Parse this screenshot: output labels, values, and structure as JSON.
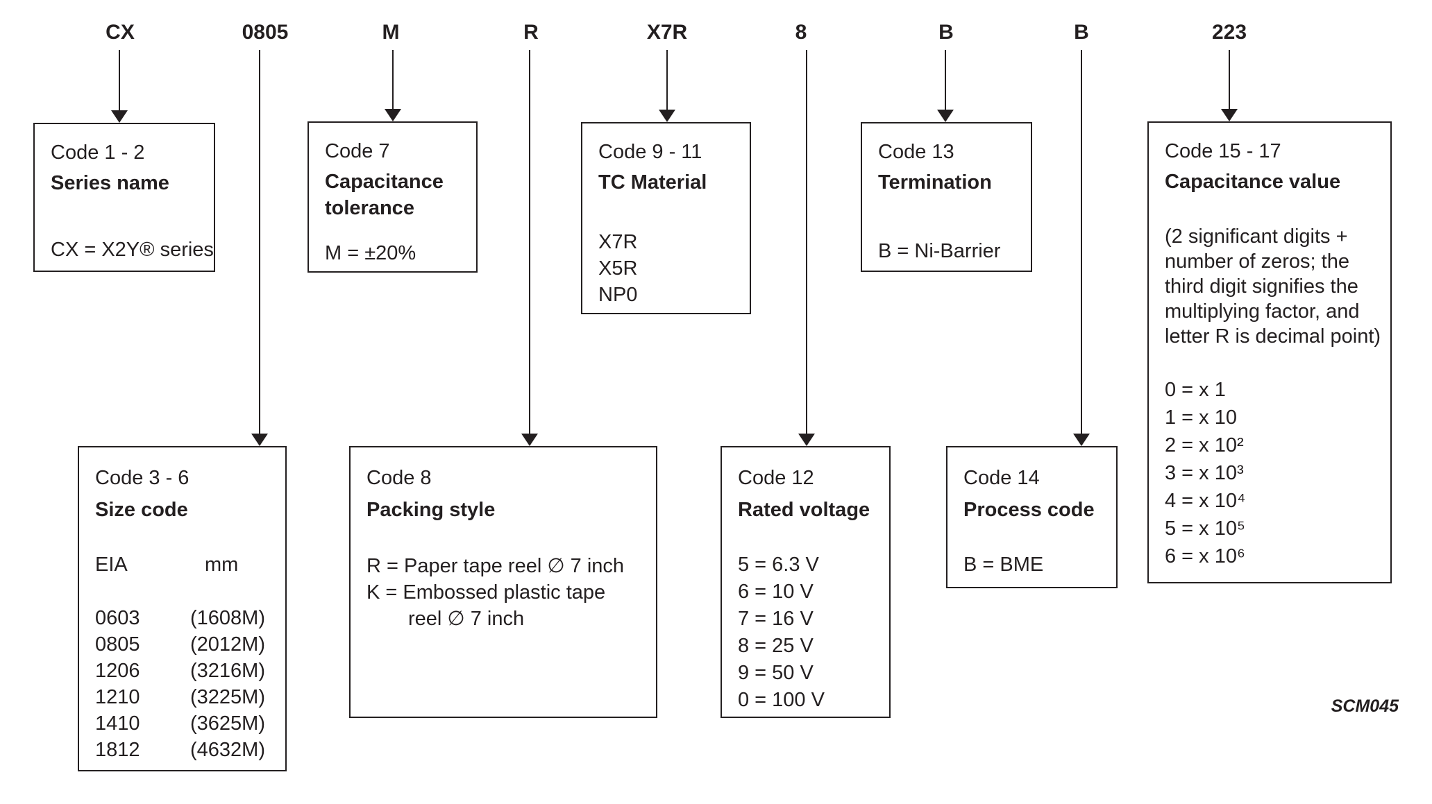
{
  "figure_label": "SCM045",
  "colors": {
    "ink": "#231f20",
    "background": "#ffffff"
  },
  "part_code": [
    "CX",
    "0805",
    "M",
    "R",
    "X7R",
    "8",
    "B",
    "B",
    "223"
  ],
  "segments": {
    "series": {
      "label": "CX",
      "code": "Code 1 - 2",
      "title": "Series name",
      "value": "CX = X2Y® series"
    },
    "size": {
      "label": "0805",
      "code": "Code 3 - 6",
      "title": "Size code",
      "col_headers": [
        "EIA",
        "mm"
      ],
      "rows": [
        [
          "0603",
          "(1608M)"
        ],
        [
          "0805",
          "(2012M)"
        ],
        [
          "1206",
          "(3216M)"
        ],
        [
          "1210",
          "(3225M)"
        ],
        [
          "1410",
          "(3625M)"
        ],
        [
          "1812",
          "(4632M)"
        ]
      ]
    },
    "tolerance": {
      "label": "M",
      "code": "Code 7",
      "title": "Capacitance tolerance",
      "value": "M = ±20%"
    },
    "packing": {
      "label": "R",
      "code": "Code 8",
      "title": "Packing style",
      "line1": "R = Paper tape reel ∅ 7 inch",
      "line2": "K = Embossed plastic tape",
      "line3": "reel ∅ 7 inch"
    },
    "tc_material": {
      "label": "X7R",
      "code": "Code 9 - 11",
      "title": "TC Material",
      "items": [
        "X7R",
        "X5R",
        "NP0"
      ]
    },
    "voltage": {
      "label": "8",
      "code": "Code 12",
      "title": "Rated voltage",
      "items": [
        "5 = 6.3 V",
        "6 = 10 V",
        "7 = 16 V",
        "8 = 25 V",
        "9 = 50 V",
        "0 = 100 V"
      ]
    },
    "termination": {
      "label": "B",
      "code": "Code 13",
      "title": "Termination",
      "value": "B = Ni-Barrier"
    },
    "process": {
      "label": "B",
      "code": "Code 14",
      "title": "Process code",
      "value": "B = BME"
    },
    "cap_value": {
      "label": "223",
      "code": "Code 15 - 17",
      "title": "Capacitance value",
      "note_lines": [
        "(2 significant digits +",
        "number of zeros; the",
        "third digit signifies the",
        "multiplying factor, and",
        "letter R is decimal point)"
      ],
      "items": [
        "0 = x 1",
        "1 = x 10",
        "2 = x 10²",
        "3 = x 10³",
        "4 = x 10⁴",
        "5 = x 10⁵",
        "6 = x 10⁶"
      ]
    }
  }
}
